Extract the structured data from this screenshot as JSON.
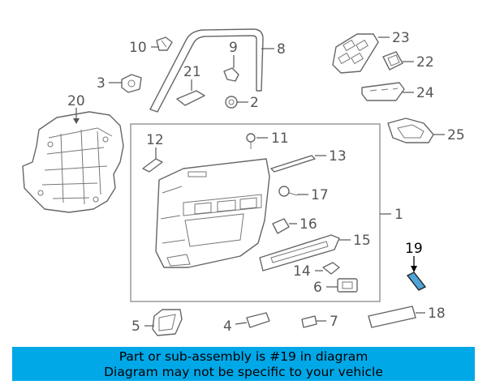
{
  "diagram": {
    "callouts": [
      {
        "id": "1",
        "label": "1"
      },
      {
        "id": "2",
        "label": "2"
      },
      {
        "id": "3",
        "label": "3"
      },
      {
        "id": "4",
        "label": "4"
      },
      {
        "id": "5",
        "label": "5"
      },
      {
        "id": "6",
        "label": "6"
      },
      {
        "id": "7",
        "label": "7"
      },
      {
        "id": "8",
        "label": "8"
      },
      {
        "id": "9",
        "label": "9"
      },
      {
        "id": "10",
        "label": "10"
      },
      {
        "id": "11",
        "label": "11"
      },
      {
        "id": "12",
        "label": "12"
      },
      {
        "id": "13",
        "label": "13"
      },
      {
        "id": "14",
        "label": "14"
      },
      {
        "id": "15",
        "label": "15"
      },
      {
        "id": "16",
        "label": "16"
      },
      {
        "id": "17",
        "label": "17"
      },
      {
        "id": "18",
        "label": "18"
      },
      {
        "id": "19",
        "label": "19"
      },
      {
        "id": "20",
        "label": "20"
      },
      {
        "id": "21",
        "label": "21"
      },
      {
        "id": "22",
        "label": "22"
      },
      {
        "id": "23",
        "label": "23"
      },
      {
        "id": "24",
        "label": "24"
      },
      {
        "id": "25",
        "label": "25"
      }
    ],
    "highlighted_part": "19",
    "highlight_color": "#4fa3d9"
  },
  "banner": {
    "line1": "Part or sub-assembly is #19 in diagram",
    "line2": "Diagram may not be specific to your vehicle",
    "background": "#00a8e8"
  }
}
